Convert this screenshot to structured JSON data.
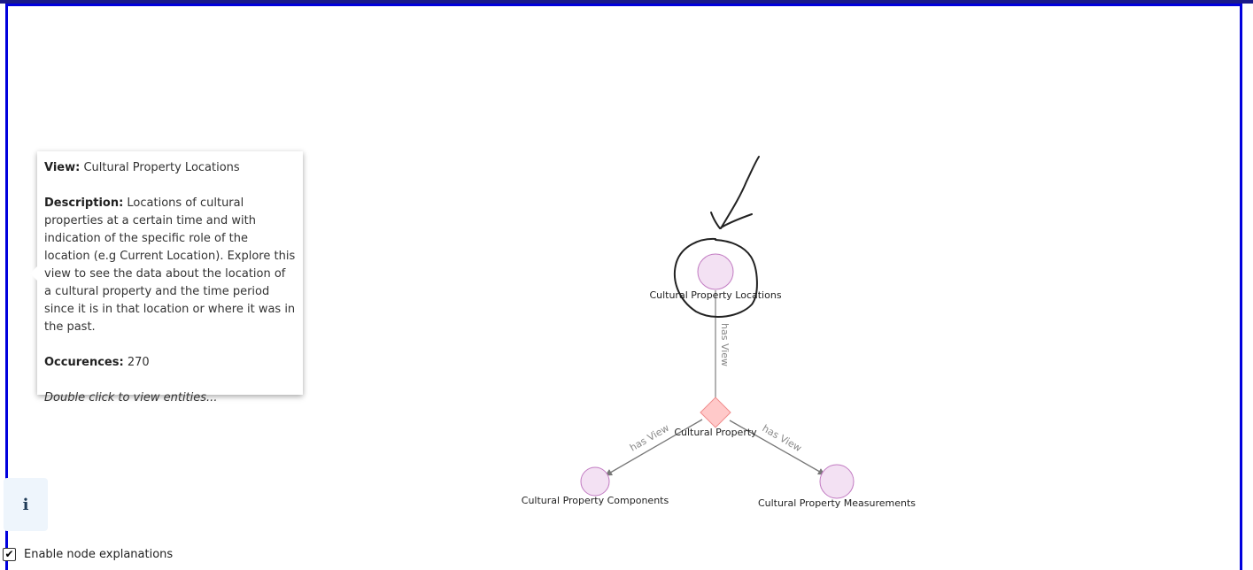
{
  "graph": {
    "nodes": {
      "locations": "Cultural Property Locations",
      "center": "Cultural Property",
      "components": "Cultural Property Components",
      "measurements": "Cultural Property Measurements"
    },
    "edges": {
      "top": "has View",
      "left": "has View",
      "right": "has View"
    }
  },
  "tooltip": {
    "view_label": "View:",
    "view_value": "Cultural Property Locations",
    "description_label": "Description:",
    "description_value": "Locations of cultural properties at a certain time and with indication of the specific role of the location (e.g Current Location). Explore this view to see the data about the location of a cultural property and the time period since it is in that location or where it was in the past.",
    "occurrences_label": "Occurences:",
    "occurrences_value": "270",
    "hint": "Double click to view entities..."
  },
  "info": {
    "icon": "info-icon",
    "glyph": "i"
  },
  "explanations": {
    "label": "Enable node explanations",
    "checked": true,
    "check_glyph": "✔"
  },
  "colors": {
    "frame": "#0000dd",
    "view_node_fill": "#f3e1f3",
    "view_node_stroke": "#c27bc2",
    "class_node_fill": "#ffc9c9",
    "class_node_stroke": "#f08a8a",
    "edge": "#888888"
  }
}
